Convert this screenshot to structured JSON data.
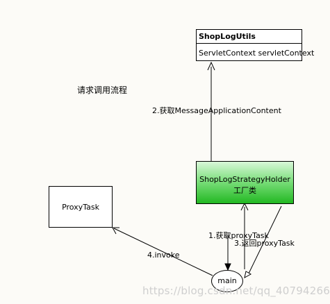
{
  "diagram": {
    "title": "请求调用流程",
    "shop_log_utils": {
      "name": "ShopLogUtils",
      "field": "ServletContext servletContext"
    },
    "strategy_holder": {
      "name": "ShopLogStrategyHolder",
      "subtitle": "工厂类",
      "color": "#22b822"
    },
    "proxy_task": {
      "name": "ProxyTask"
    },
    "main_node": {
      "name": "main"
    },
    "edges": {
      "step2": "2.获取MessageApplicationContent",
      "step1": "1.获取proxyTask",
      "step3": "3.返回proxyTask",
      "step4": "4.invoke"
    },
    "watermark": "https://blog.csdn.net/qq_40794266"
  }
}
